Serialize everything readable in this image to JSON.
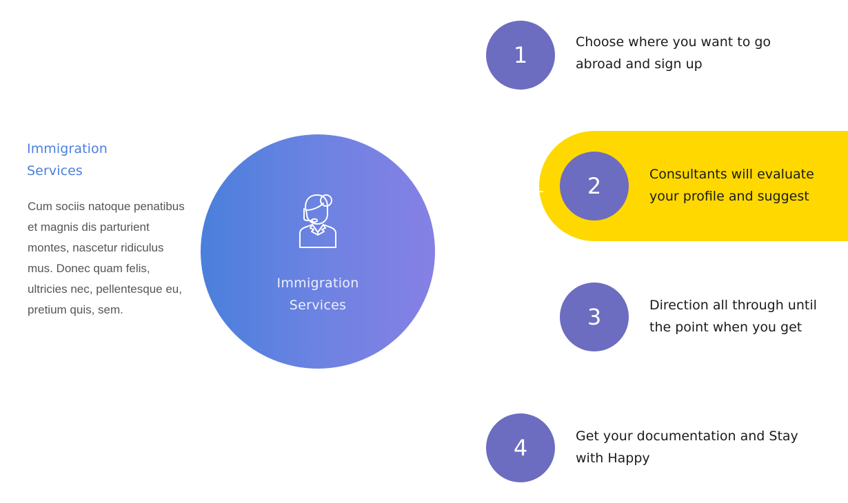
{
  "intro": {
    "title_lines": [
      "Immigration",
      "Services"
    ],
    "body": "Cum sociis natoque penatibus et magnis dis parturient montes, nascetur ridiculus mus. Donec quam felis, ultricies nec, pellentesque eu, pretium quis, sem."
  },
  "hub": {
    "icon": "support-agent-headset-icon",
    "label_lines": [
      "Immigration",
      "Services"
    ]
  },
  "steps": [
    {
      "number": "1",
      "lines": [
        "Choose where you want to go",
        "abroad and sign up"
      ],
      "highlighted": false
    },
    {
      "number": "2",
      "lines": [
        "Consultants will evaluate",
        "your profile and suggest"
      ],
      "highlighted": true
    },
    {
      "number": "3",
      "lines": [
        "Direction all through until",
        "the point when you get"
      ],
      "highlighted": false
    },
    {
      "number": "4",
      "lines": [
        "Get your documentation and Stay",
        "with Happy"
      ],
      "highlighted": false
    }
  ],
  "colors": {
    "accent_blue": "#4a7fdc",
    "gradient_end": "#8680e4",
    "step_circle": "#6c6cc0",
    "highlight_yellow": "#ffd800",
    "body_text": "#555555",
    "step_text": "#1b1b1b"
  }
}
